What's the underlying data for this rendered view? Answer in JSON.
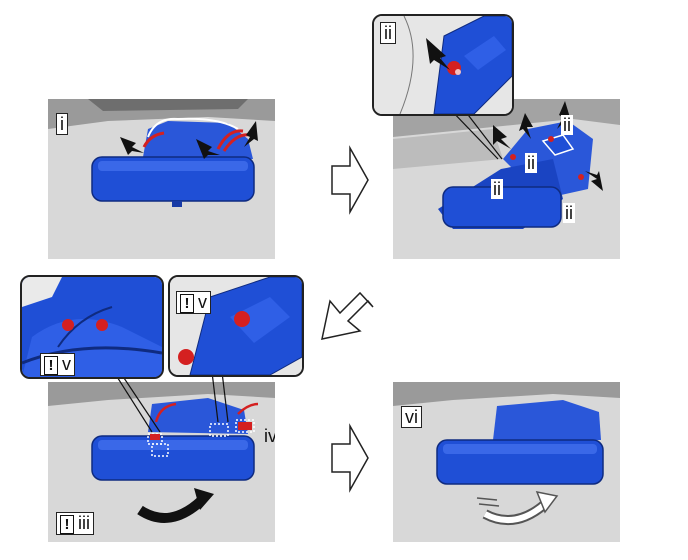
{
  "panels": {
    "p1": {
      "step": "i"
    },
    "p2": {
      "callout": "ii",
      "inset_label": "ii"
    },
    "p3": {
      "step": "iii",
      "callout": "iv",
      "inset_left_label": "v",
      "inset_right_label": "v"
    },
    "p4": {
      "step": "vi"
    }
  },
  "warning_mark": "!",
  "colors": {
    "mirror_blue": "#1f4fd6",
    "mirror_dark": "#173aa6",
    "wire_red": "#d42020",
    "ceiling": "#cfcfcf"
  }
}
